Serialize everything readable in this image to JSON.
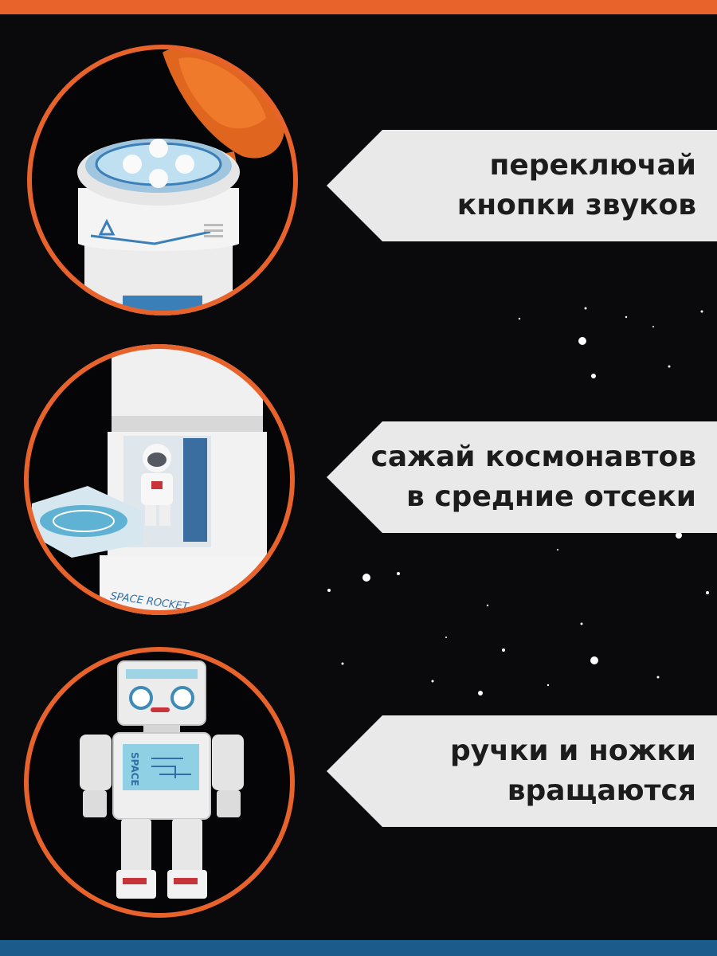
{
  "theme": {
    "top_bar_color": "#e8622c",
    "bottom_bar_color": "#1a5b8c",
    "ring_color": "#e8622c",
    "banner_color": "#e9e9e9",
    "text_color": "#1c1c1c",
    "background": "#0a0a0c"
  },
  "features": [
    {
      "photo": "toy-rocket-top-with-sound-buttons",
      "lines": [
        "переключай",
        "кнопки звуков"
      ]
    },
    {
      "photo": "toy-rocket-middle-compartment-with-astronaut",
      "lines": [
        "сажай космонавтов",
        "в средние отсеки"
      ]
    },
    {
      "photo": "toy-robot-figure",
      "lines": [
        "ручки и ножки",
        "вращаются"
      ]
    }
  ],
  "photo_labels": {
    "rocket_side_text": "SPACE ROCKET",
    "robot_chest_text": "SPACE"
  }
}
